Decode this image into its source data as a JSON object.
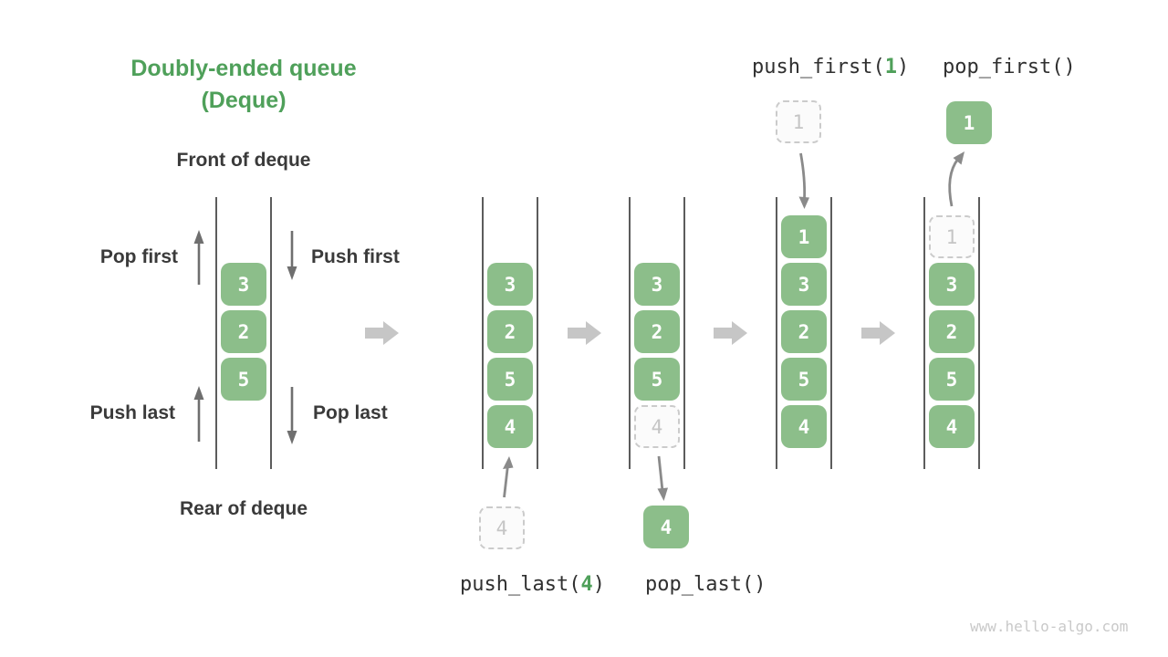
{
  "title": {
    "line1": "Doubly-ended queue",
    "line2": "(Deque)"
  },
  "labels": {
    "front": "Front of deque",
    "rear": "Rear of deque",
    "pop_first": "Pop first",
    "push_first": "Push first",
    "push_last": "Push last",
    "pop_last": "Pop last"
  },
  "operations": {
    "push_last": {
      "prefix": "push_last(",
      "arg": "4",
      "suffix": ")"
    },
    "pop_last": {
      "label": "pop_last()"
    },
    "push_first": {
      "prefix": "push_first(",
      "arg": "1",
      "suffix": ")"
    },
    "pop_first": {
      "label": "pop_first()"
    }
  },
  "queues": {
    "demo": {
      "cells": [
        "3",
        "2",
        "5"
      ]
    },
    "after_push_last": {
      "cells": [
        "3",
        "2",
        "5",
        "4"
      ],
      "incoming": "4"
    },
    "after_pop_last": {
      "cells": [
        "3",
        "2",
        "5"
      ],
      "ghost": "4",
      "outgoing": "4"
    },
    "after_push_first": {
      "cells": [
        "1",
        "3",
        "2",
        "5",
        "4"
      ],
      "incoming": "1"
    },
    "after_pop_first": {
      "cells": [
        "3",
        "2",
        "5",
        "4"
      ],
      "ghost": "1",
      "outgoing": "1"
    }
  },
  "watermark": "www.hello-algo.com",
  "colors": {
    "accent_green": "#4FA05A",
    "cell_green": "#8CBE8A",
    "text_dark": "#3A3A3A",
    "arrow_gray": "#6F6F6F",
    "block_arrow_gray": "#C6C6C6",
    "ghost_gray": "#C5C5C5"
  }
}
